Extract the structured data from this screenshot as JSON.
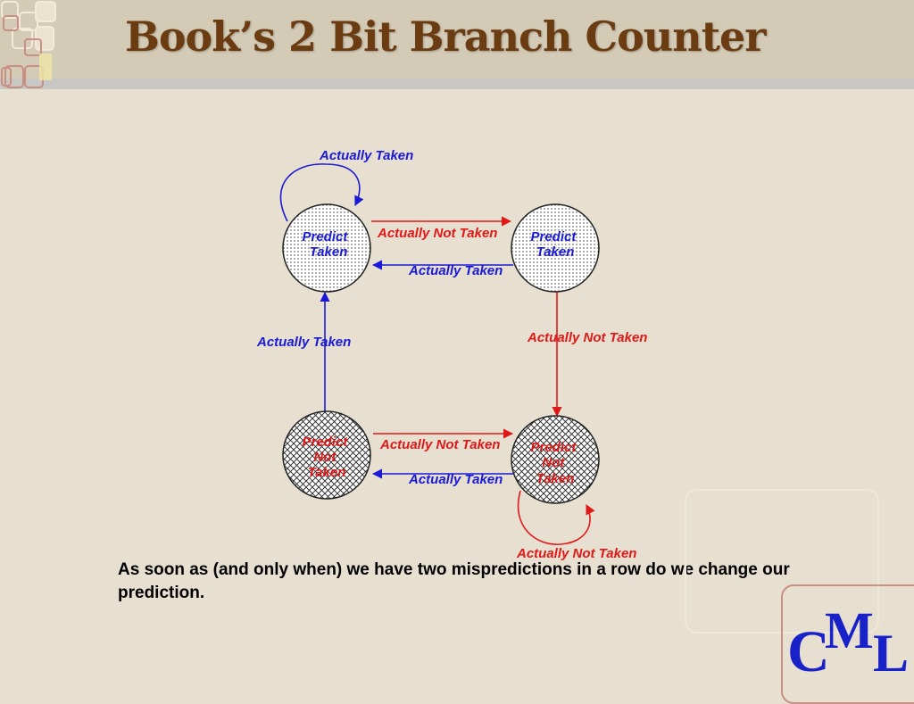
{
  "slide": {
    "title": "Book’s 2 Bit Branch Counter",
    "caption": "As soon as (and only when) we have two mispredictions in a row do we change our prediction."
  },
  "diagram": {
    "states": [
      {
        "id": "s_tl",
        "lines": [
          "Predict",
          "Taken"
        ],
        "fill": "dots",
        "text_color": "#1a1ad6"
      },
      {
        "id": "s_tr",
        "lines": [
          "Predict",
          "Taken"
        ],
        "fill": "dots",
        "text_color": "#1a1ad6"
      },
      {
        "id": "s_bl",
        "lines": [
          "Predict",
          "Not",
          "Taken"
        ],
        "fill": "crosshatch",
        "text_color": "#e01818"
      },
      {
        "id": "s_br",
        "lines": [
          "Predict",
          "Not",
          "Taken"
        ],
        "fill": "crosshatch",
        "text_color": "#e01818"
      }
    ],
    "transitions": [
      {
        "from": "s_tl",
        "to": "s_tl",
        "label": "Actually Taken",
        "color": "#1a1ad6"
      },
      {
        "from": "s_tl",
        "to": "s_tr",
        "label": "Actually Not Taken",
        "color": "#e01818"
      },
      {
        "from": "s_tr",
        "to": "s_tl",
        "label": "Actually Taken",
        "color": "#1a1ad6"
      },
      {
        "from": "s_bl",
        "to": "s_tl",
        "label": "Actually Taken",
        "color": "#1a1ad6"
      },
      {
        "from": "s_tr",
        "to": "s_br",
        "label": "Actually Not Taken",
        "color": "#e01818"
      },
      {
        "from": "s_bl",
        "to": "s_br",
        "label": "Actually Not Taken",
        "color": "#e01818"
      },
      {
        "from": "s_br",
        "to": "s_bl",
        "label": "Actually Taken",
        "color": "#1a1ad6"
      },
      {
        "from": "s_br",
        "to": "s_br",
        "label": "Actually Not Taken",
        "color": "#e01818"
      }
    ]
  },
  "logo": {
    "letters": [
      "C",
      "M",
      "L"
    ],
    "color": "#1822c8"
  },
  "colors": {
    "title": "#6b3c12",
    "background": "#e7dfcf",
    "header": "#d4cbb6",
    "taken": "#1a1ad6",
    "not_taken": "#e01818"
  }
}
